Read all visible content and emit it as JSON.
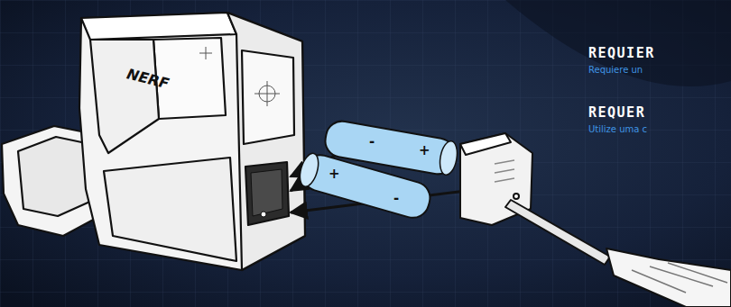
{
  "diagram": {
    "labels": [
      "NERF",
      "-",
      "+",
      "+",
      "-",
      "REQUIER",
      "Requiere un",
      "REQUER",
      "Utilize uma c"
    ]
  }
}
